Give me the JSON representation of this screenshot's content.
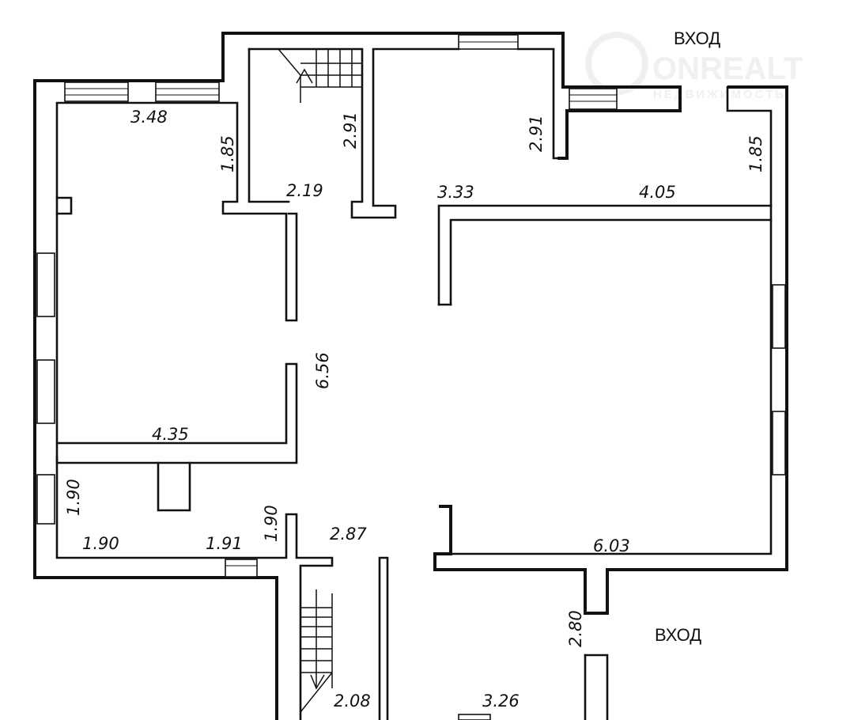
{
  "watermark": {
    "brand": "ONREALT",
    "tagline": "НЕДВИЖИМОСТЬ"
  },
  "entrances": {
    "top": "ВХОД",
    "bottom": "ВХОД"
  },
  "dimensions": {
    "top_left_width": "3.48",
    "top_left_height": "1.85",
    "stair_height": "2.91",
    "stair_width": "2.19",
    "hall_height": "2.91",
    "hall_width_left": "3.33",
    "hall_width_right": "4.05",
    "entry_height": "1.85",
    "left_room_height": "6.56",
    "left_room_width": "4.35",
    "small_room_height": "1.90",
    "small_room_width_a": "1.90",
    "small_room_width_b": "1.91",
    "corridor_height": "1.90",
    "corridor_width": "2.87",
    "main_room_width": "6.03",
    "bottom_entry_height": "2.80",
    "bottom_stair_width": "2.08",
    "bottom_room_width": "3.26"
  }
}
